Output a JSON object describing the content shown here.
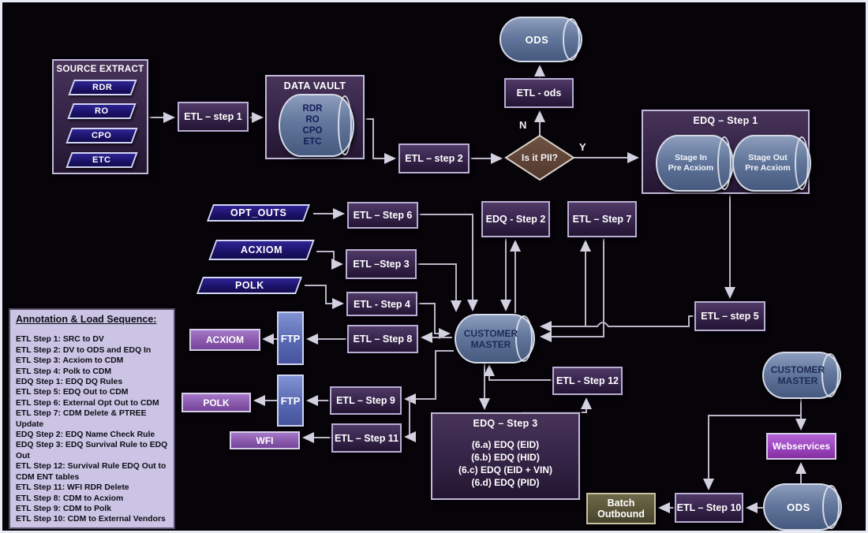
{
  "labels": {
    "n": "N",
    "y": "Y"
  },
  "nodes": {
    "source_extract": {
      "title": "SOURCE EXTRACT",
      "items": [
        "RDR",
        "RO",
        "CPO",
        "ETC"
      ]
    },
    "etl_step_1": {
      "label": "ETL – step 1"
    },
    "data_vault": {
      "title": "DATA VAULT",
      "items": [
        "RDR",
        "RO",
        "CPO",
        "ETC"
      ]
    },
    "etl_step_2": {
      "label": "ETL – step 2"
    },
    "is_it_pii": {
      "label": "Is it PII?"
    },
    "etl_ods": {
      "label": "ETL - ods"
    },
    "ods_top": {
      "label": "ODS"
    },
    "edq_step_1": {
      "title": "EDQ – Step 1",
      "stage_in": "Stage In Pre Acxiom",
      "stage_out": "Stage Out Pre Acxiom"
    },
    "opt_outs": {
      "label": "OPT_OUTS"
    },
    "acxiom_in": {
      "label": "ACXIOM"
    },
    "polk_in": {
      "label": "POLK"
    },
    "etl_step_6": {
      "label": "ETL – Step 6"
    },
    "etl_step_3": {
      "label": "ETL –Step 3"
    },
    "etl_step_4": {
      "label": "ETL - Step 4"
    },
    "etl_step_8": {
      "label": "ETL – Step 8"
    },
    "etl_step_9": {
      "label": "ETL – Step 9"
    },
    "etl_step_11": {
      "label": "ETL – Step 11"
    },
    "edq_step_2": {
      "label": "EDQ - Step 2"
    },
    "etl_step_7": {
      "label": "ETL – Step 7"
    },
    "customer_master": {
      "label": "CUSTOMER MASTER"
    },
    "etl_step_5": {
      "label": "ETL – step 5"
    },
    "etl_step_12": {
      "label": "ETL - Step 12"
    },
    "edq_step_3": {
      "title": "EDQ – Step 3",
      "lines": [
        "(6.a) EDQ (EID)",
        "(6.b) EDQ (HID)",
        "(6.c) EDQ (EID + VIN)",
        "(6.d) EDQ (PID)"
      ]
    },
    "acxiom_out": {
      "label": "ACXIOM"
    },
    "ftp_1": {
      "label": "FTP"
    },
    "polk_out": {
      "label": "POLK"
    },
    "ftp_2": {
      "label": "FTP"
    },
    "wfi": {
      "label": "WFI"
    },
    "customer_master_2": {
      "label": "CUSTOMER MASTER"
    },
    "webservices": {
      "label": "Webservices"
    },
    "ods_bottom": {
      "label": "ODS"
    },
    "etl_step_10": {
      "label": "ETL – Step 10"
    },
    "batch_outbound": {
      "label": "Batch Outbound"
    }
  },
  "annotation": {
    "title": "Annotation & Load Sequence:",
    "lines": [
      "ETL Step 1: SRC to DV",
      "ETL Step 2: DV to ODS and EDQ In",
      "ETL Step 3: Acxiom to CDM",
      "ETL Step 4: Polk to CDM",
      "EDQ Step 1: EDQ DQ Rules",
      "ETL Step 5: EDQ Out to CDM",
      "ETL Step 6: External Opt Out to CDM",
      "ETL Step 7: CDM Delete & PTREE Update",
      "EDQ Step 2: EDQ Name Check Rule",
      "EDQ Step 3: EDQ Survival Rule to EDQ Out",
      "ETL Step 12: Survival Rule EDQ Out to CDM ENT tables",
      "ETL Step 11: WFI RDR Delete",
      "ETL Step 8: CDM to Acxiom",
      "ETL Step 9: CDM to Polk",
      "ETL Step 10: CDM to External Vendors"
    ]
  },
  "colors": {
    "process_purple": "#3a2750",
    "cylinder_blue": "#5f7498",
    "diamond_brown": "#63443a",
    "input_navy": "#1b1268",
    "output_purple": "#8c5bae",
    "webservices_purple": "#9c44c0",
    "batch_olive": "#5a5538",
    "panel_lavender": "#cbc4e4",
    "wire_gray": "#b9b6c7"
  }
}
